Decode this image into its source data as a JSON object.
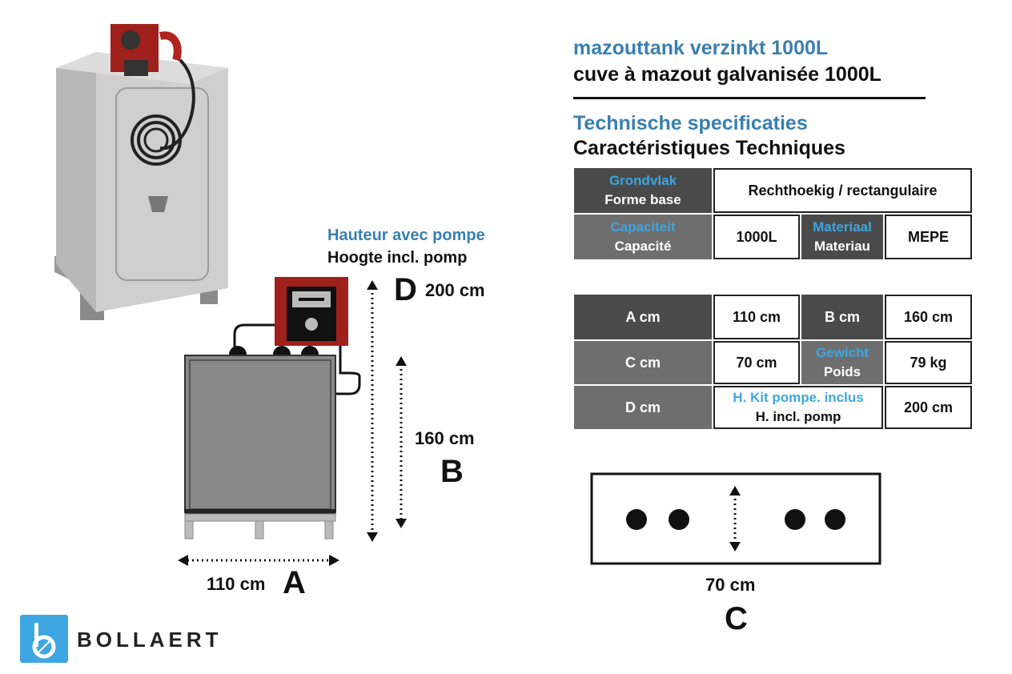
{
  "header": {
    "title_nl": "mazouttank verzinkt 1000L",
    "title_fr": "cuve à mazout galvanisée 1000L",
    "specs_nl": "Technische specificaties",
    "specs_fr": "Caractéristiques Techniques"
  },
  "spec_table": {
    "shape_label_nl": "Grondvlak",
    "shape_label_fr": "Forme base",
    "shape_value": "Rechthoekig / rectangulaire",
    "capacity_label_nl": "Capaciteit",
    "capacity_label_fr": "Capacité",
    "capacity_value": "1000L",
    "material_label_nl": "Materiaal",
    "material_label_fr": "Materiau",
    "material_value": "MEPE"
  },
  "dim_table": {
    "a_label": "A cm",
    "a_value": "110 cm",
    "b_label": "B cm",
    "b_value": "160 cm",
    "c_label": "C cm",
    "c_value": "70 cm",
    "weight_label_nl": "Gewicht",
    "weight_label_fr": "Poids",
    "weight_value": "79 kg",
    "d_label": "D cm",
    "height_pump_label_fr": "H. Kit pompe. inclus",
    "height_pump_label_nl": "H. incl. pomp",
    "d_value": "200 cm"
  },
  "diagram": {
    "height_pump_fr": "Hauteur avec pompe",
    "height_pump_nl": "Hoogte incl.  pomp",
    "d_letter": "D",
    "d_value": "200 cm",
    "b_value": "160 cm",
    "b_letter": "B",
    "a_value": "110 cm",
    "a_letter": "A",
    "c_value": "70 cm",
    "c_letter": "C"
  },
  "logo": {
    "name": "BOLLAERT",
    "color": "#3ea6e0"
  },
  "colors": {
    "title_blue": "#3a7fb0",
    "label_blue": "#3ea6e0",
    "header_dark": "#4a4a4a",
    "header_mid": "#6e6e6e",
    "pump_red": "#a0201c"
  }
}
